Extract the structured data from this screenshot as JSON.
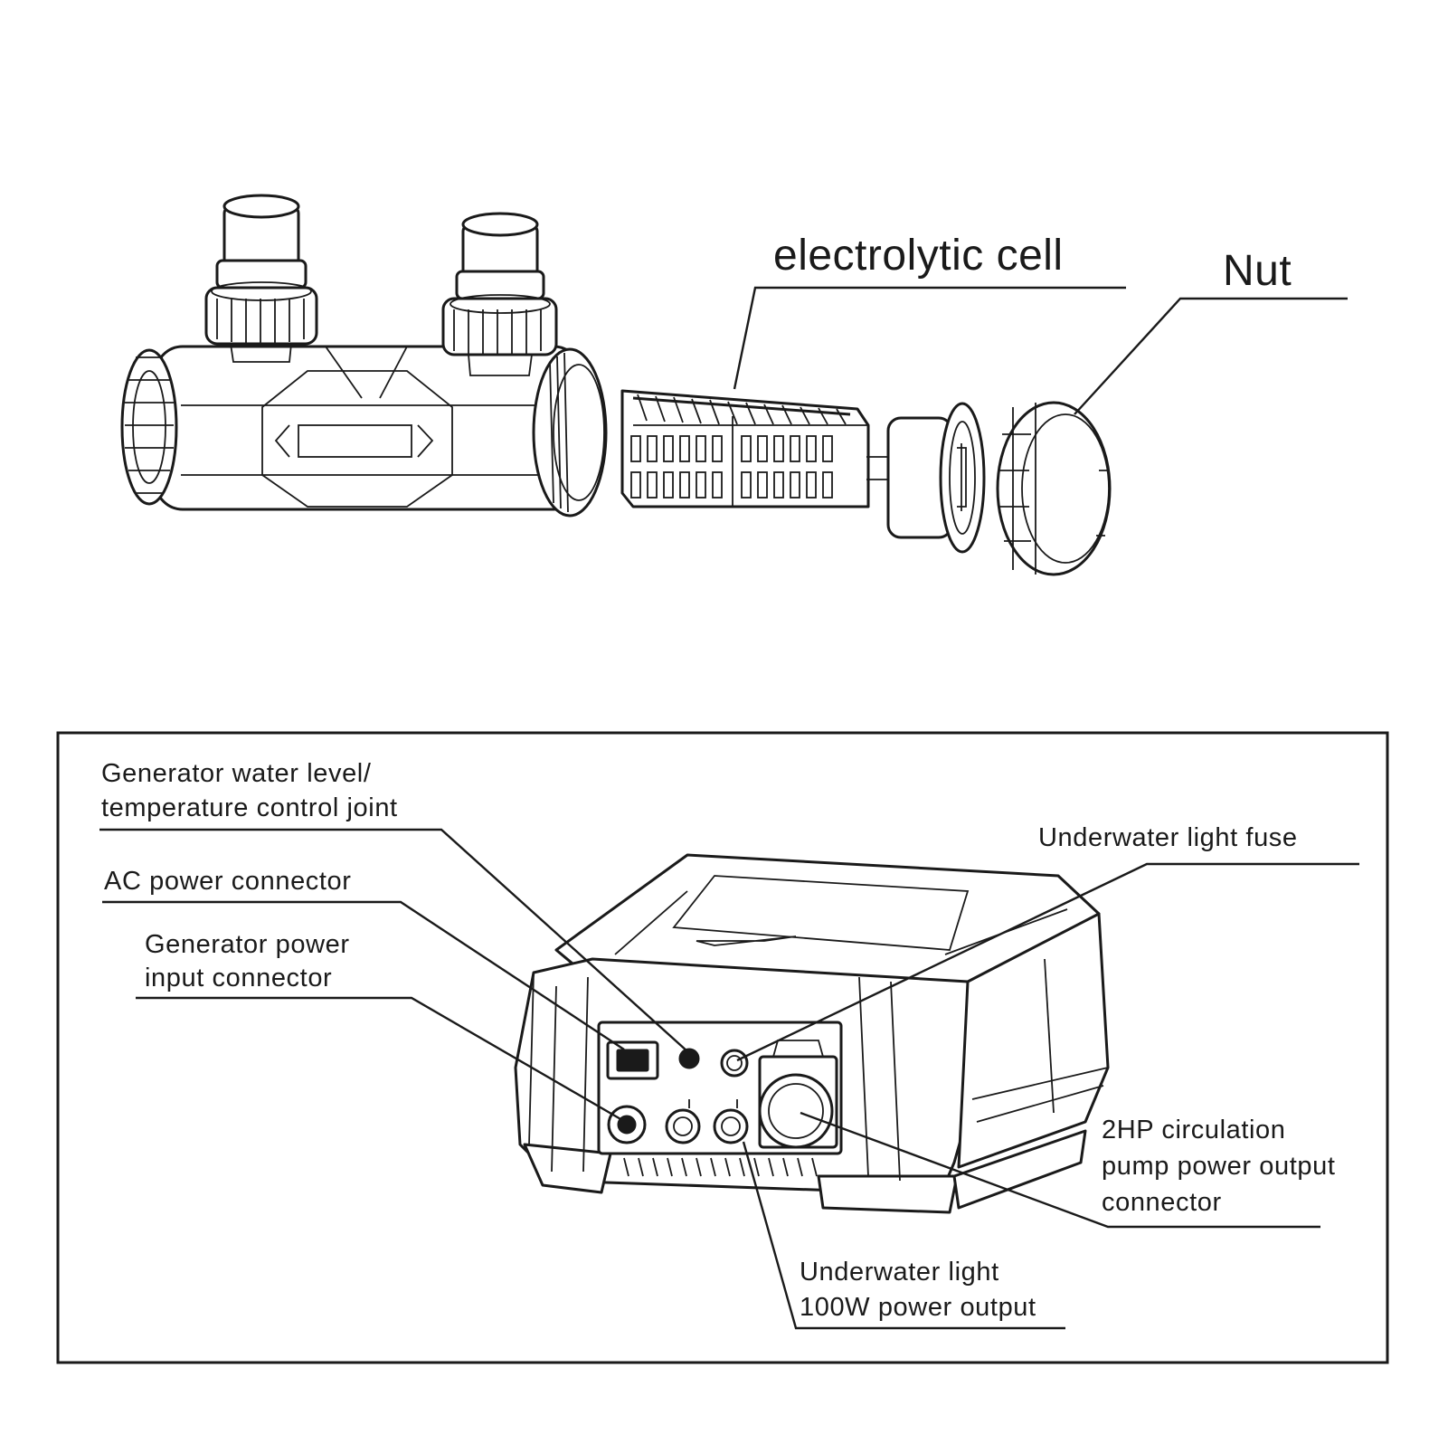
{
  "top_diagram": {
    "labels": {
      "cell": "electrolytic cell",
      "nut": "Nut"
    }
  },
  "bottom_diagram": {
    "labels": {
      "water_level_line1": "Generator water level/",
      "water_level_line2": "temperature control joint",
      "ac_power": "AC power connector",
      "gen_power_line1": "Generator power",
      "gen_power_line2": "input connector",
      "light_fuse": "Underwater light fuse",
      "pump_line1": "2HP circulation",
      "pump_line2": "pump power output",
      "pump_line3": "connector",
      "light_out_line1": "Underwater light",
      "light_out_line2": "100W power output"
    }
  }
}
